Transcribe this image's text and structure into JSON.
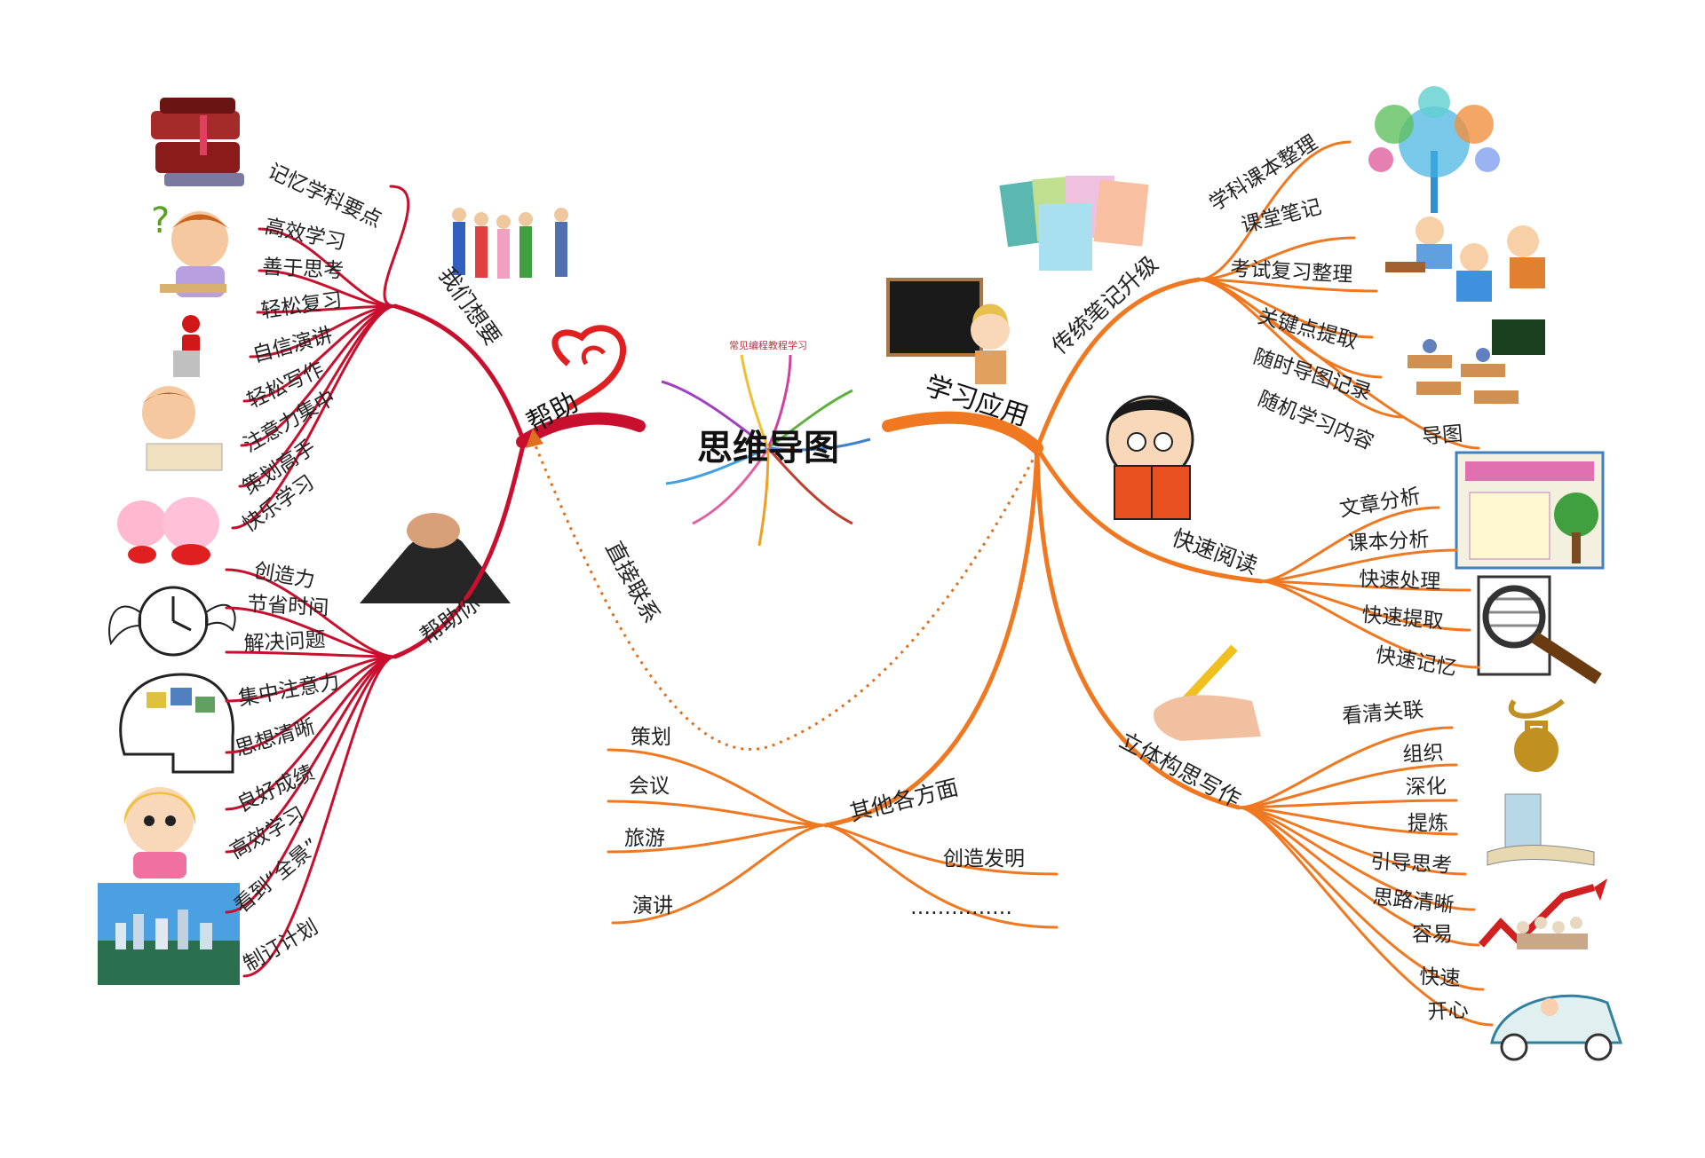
{
  "colors": {
    "help_branch": "#c8102e",
    "app_branch": "#f07820",
    "dotted_link": "#e07020",
    "text": "#222222"
  },
  "center": {
    "title": "思维导图",
    "caption": "常见编程教程学习"
  },
  "help_branch": {
    "label": "帮助",
    "want": {
      "label": "我们想要",
      "leaves": [
        "记忆学科要点",
        "高效学习",
        "善于思考",
        "轻松复习",
        "自信演讲",
        "轻松写作",
        "注意力集中",
        "策划高手",
        "快乐学习"
      ]
    },
    "help_you": {
      "label": "帮助你",
      "leaves": [
        "创造力",
        "节省时间",
        "解决问题",
        "集中注意力",
        "思想清晰",
        "良好成绩",
        "高效学习",
        "看到“全景”",
        "制订计划"
      ]
    }
  },
  "link_label": "直接联系",
  "app_branch": {
    "label": "学习应用",
    "notes": {
      "label": "传统笔记升级",
      "leaves": [
        "学科课本整理",
        "课堂笔记",
        "考试复习整理",
        "关键点提取",
        "随时导图记录",
        "随机学习内容",
        "导图"
      ]
    },
    "reading": {
      "label": "快速阅读",
      "leaves": [
        "文章分析",
        "课本分析",
        "快速处理",
        "快速提取",
        "快速记忆"
      ]
    },
    "writing": {
      "label": "立体构思写作",
      "leaves": [
        "看清关联",
        "组织",
        "深化",
        "提炼",
        "引导思考",
        "思路清晰",
        "容易",
        "快速",
        "开心"
      ]
    },
    "other": {
      "label": "其他各方面",
      "leaves": [
        "策划",
        "会议",
        "旅游",
        "演讲",
        "创造发明",
        "……………"
      ]
    }
  },
  "illustrations": [
    "books-icon",
    "thinking-boy-icon",
    "speaker-icon",
    "writing-boy-icon",
    "happy-faces-icon",
    "jumping-kids-icon",
    "heart-swirl-icon",
    "handshake-icon",
    "winged-clock-icon",
    "brain-head-icon",
    "smiling-girl-icon",
    "city-skyline-icon",
    "notebooks-icon",
    "blackboard-teacher-icon",
    "tree-map-icon",
    "studying-students-icon",
    "classroom-icon",
    "reading-boy-icon",
    "poster-icon",
    "magnifier-icon",
    "pencil-hand-icon",
    "key-lock-icon",
    "open-book-key-icon",
    "growth-arrow-icon",
    "car-people-icon"
  ]
}
